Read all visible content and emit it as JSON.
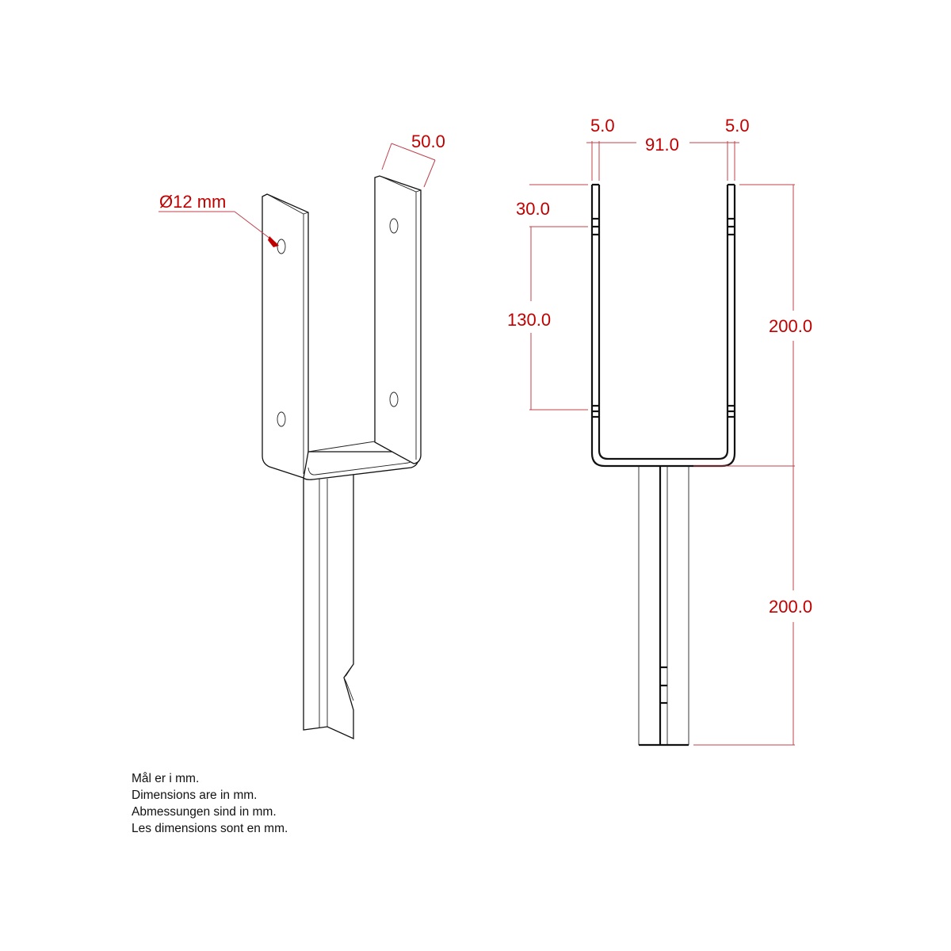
{
  "views": {
    "isometric": {
      "hole_label": "Ø12 mm",
      "depth_label": "50.0"
    },
    "front": {
      "wall_left_label": "5.0",
      "inner_width_label": "91.0",
      "wall_right_label": "5.0",
      "hole_offset_label": "30.0",
      "hole_spacing_label": "130.0",
      "bracket_height_label": "200.0",
      "spike_length_label": "200.0"
    }
  },
  "colors": {
    "dimension": "#c00000",
    "outline": "#111111"
  },
  "notes": [
    "Mål er i mm.",
    "Dimensions are in mm.",
    "Abmessungen sind in mm.",
    "Les dimensions sont en mm."
  ]
}
